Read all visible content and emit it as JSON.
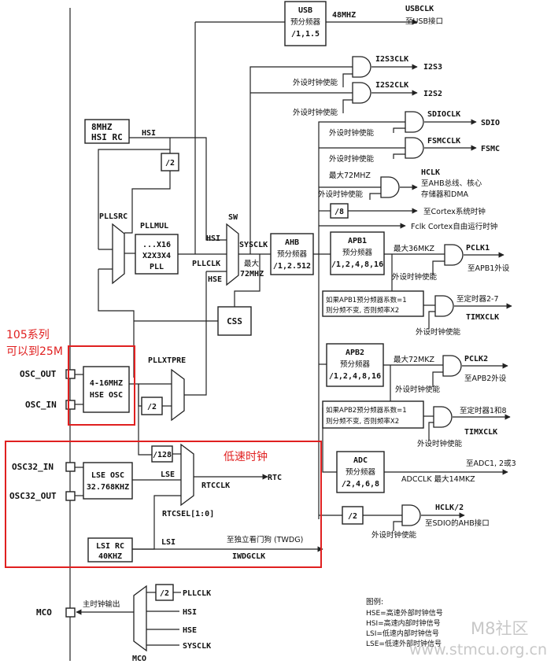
{
  "annotations": {
    "series_105": "105系列",
    "up_to_25m": "可以到25M",
    "low_speed_clock": "低速时钟"
  },
  "pins": {
    "osc_out": "OSC_OUT",
    "osc_in": "OSC_IN",
    "osc32_in": "OSC32_IN",
    "osc32_out": "OSC32_OUT",
    "mco": "MCO",
    "mco_bottom": "MCO"
  },
  "blocks": {
    "usb_prescaler": [
      "USB",
      "预分频器",
      "/1,1.5"
    ],
    "hsi_rc": [
      "8MHZ",
      "HSI RC"
    ],
    "pll": [
      "...X16",
      "X2X3X4",
      "PLL"
    ],
    "hse_osc": [
      "4-16MHZ",
      "HSE OSC"
    ],
    "lse_osc": [
      "LSE OSC",
      "32.768KHZ"
    ],
    "lsi_rc": [
      "LSI RC",
      "40KHZ"
    ],
    "ahb": [
      "AHB",
      "预分频器",
      "/1,2.512"
    ],
    "apb1": [
      "APB1",
      "预分频器",
      "/1,2,4,8,16"
    ],
    "apb2": [
      "APB2",
      "预分频器",
      "/1,2,4,8,16"
    ],
    "adc": [
      "ADC",
      "预分频器",
      "/2,4,6,8"
    ],
    "css": "CSS",
    "apb1_note": [
      "如果APB1预分频器系数=1",
      "则分频不变, 否则频率X2"
    ],
    "apb2_note": [
      "如果APB2预分频器系数=1",
      "则分频不变, 否则频率X2"
    ]
  },
  "labels": {
    "usbclk_freq": "48MHZ",
    "usbclk": "USBCLK",
    "to_usb": "至USB接口",
    "i2s3clk": "I2S3CLK",
    "i2s3": "I2S3",
    "i2s2clk": "I2S2CLK",
    "i2s2": "I2S2",
    "sdioclk": "SDIOCLK",
    "sdio": "SDIO",
    "fsmcclk": "FSMCCLK",
    "fsmc": "FSMC",
    "hclk": "HCLK",
    "to_ahb": "至AHB总线、核心",
    "storage_dma": "存储器和DMA",
    "max_72mhz": "最大72MHZ",
    "div8": "/8",
    "to_cortex_timer": "至Cortex系统时钟",
    "fclk": "Fclk Cortex自由运行时钟",
    "pclk1": "PCLK1",
    "max_36mkz": "最大36MKZ",
    "to_apb1": "至APB1外设",
    "to_timer2_7": "至定时器2-7",
    "timxclk1": "TIMXCLK",
    "pclk2": "PCLK2",
    "max_72mkz": "最大72MKZ",
    "to_apb2": "至APB2外设",
    "to_timer1_8": "至定时器1和8",
    "timxclk2": "TIMXCLK",
    "to_adc": "至ADC1, 2或3",
    "adcclk": "ADCCLK 最大14MKZ",
    "div2_hclk": "/2",
    "hclk2": "HCLK/2",
    "to_sdio_ahb": "至SDIO的AHB接口",
    "periph_enable": "外设时钟使能",
    "hsi": "HSI",
    "pllsrc": "PLLSRC",
    "pllmul": "PLLMUL",
    "div2_hsi": "/2",
    "sw": "SW",
    "sw_hsi": "HSI",
    "pllclk": "PLLCLK",
    "sw_hse": "HSE",
    "sysclk": "SYSCLK",
    "max": "最大",
    "max72": "72MHZ",
    "pllxtpre": "PLLXTPRE",
    "div2_hse": "/2",
    "div128": "/128",
    "lse": "LSE",
    "rtcclk": "RTCCLK",
    "rtc": "RTC",
    "rtcsel": "RTCSEL[1:0]",
    "lsi": "LSI",
    "to_iwdg": "至独立看门狗 (TWDG)",
    "iwdgclk": "IWDGCLK",
    "mco_out": "主时钟输出",
    "mco_div2": "/2",
    "mco_pllclk": "PLLCLK",
    "mco_hsi": "HSI",
    "mco_hse": "HSE",
    "mco_sysclk": "SYSCLK"
  },
  "legend": {
    "title": "图例:",
    "items": [
      "HSE=高速外部时钟信号",
      "HSI=高速内部时钟信号",
      "LSI=低速内部时钟信号",
      "LSE=低速外部时钟信号"
    ]
  },
  "watermark": {
    "brand": "M8社区",
    "url": "www.stmcu.org.cn"
  }
}
